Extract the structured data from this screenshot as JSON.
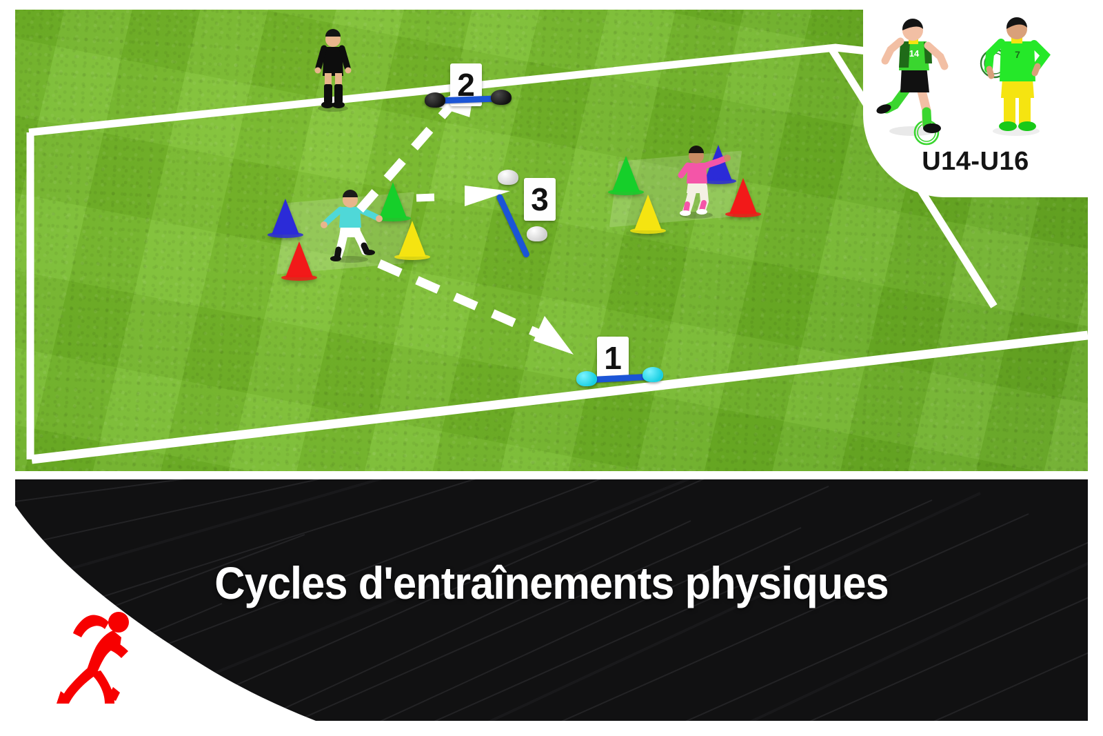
{
  "banner": {
    "title": "Cycles d'entraînements physiques",
    "background_color": "#111112",
    "text_color": "#ffffff",
    "runner_icon": "running-man-icon",
    "runner_color": "#f70000"
  },
  "badge": {
    "label": "U14-U16",
    "background_color": "#ffffff",
    "text_color": "#141414",
    "players": [
      {
        "name": "badge-player-dribbling",
        "jersey_number": "14",
        "jersey_color": "#3ad62f",
        "shorts_color": "#111111",
        "socks_color": "#3ad62f"
      },
      {
        "name": "badge-player-standing",
        "jersey_number": "7",
        "jersey_color": "#25e829",
        "shorts_color": "#f7ec17",
        "socks_color": "#f7ec17"
      }
    ]
  },
  "field": {
    "grass_color": "#6eb325",
    "sky_color": "#b5b0ef",
    "line_color": "#ffffff",
    "markers": [
      {
        "id": "marker-1",
        "label": "1",
        "base_color": "#19cfe2",
        "bar_color": "#1b55d6",
        "orientation": "horizontal"
      },
      {
        "id": "marker-2",
        "label": "2",
        "base_color": "#121212",
        "bar_color": "#1b55d6",
        "orientation": "horizontal"
      },
      {
        "id": "marker-3",
        "label": "3",
        "base_color": "#e6e6e6",
        "bar_color": "#1b55d6",
        "orientation": "diagonal"
      }
    ],
    "zones": [
      {
        "id": "zone-left",
        "player": {
          "name": "player-left",
          "jersey_color": "#4fd8d8",
          "shorts_color": "#ffffff",
          "socks_color": "#1a1a1a"
        },
        "cones": [
          {
            "position": "left",
            "color": "#2b2bd8",
            "color_name": "blue"
          },
          {
            "position": "top-right",
            "color": "#16cf2a",
            "color_name": "green"
          },
          {
            "position": "right",
            "color": "#f5e411",
            "color_name": "yellow"
          },
          {
            "position": "bottom-left",
            "color": "#f21919",
            "color_name": "red"
          }
        ]
      },
      {
        "id": "zone-right",
        "player": {
          "name": "player-right",
          "jersey_color": "#f455a8",
          "shorts_color": "#f4f0e4",
          "socks_color": "#f455a8"
        },
        "cones": [
          {
            "position": "left",
            "color": "#16cf2a",
            "color_name": "green"
          },
          {
            "position": "top-right",
            "color": "#2b2bd8",
            "color_name": "blue"
          },
          {
            "position": "right",
            "color": "#f21919",
            "color_name": "red"
          },
          {
            "position": "bottom",
            "color": "#f5e411",
            "color_name": "yellow"
          }
        ]
      }
    ],
    "coach": {
      "name": "coach-figure",
      "outfit_color": "#111111"
    },
    "arrows": [
      {
        "id": "arrow-to-marker-2",
        "style": "dashed",
        "target": "2",
        "color": "#ffffff"
      },
      {
        "id": "arrow-to-marker-3",
        "style": "dashed",
        "target": "3",
        "color": "#ffffff"
      },
      {
        "id": "arrow-to-marker-1",
        "style": "dashed",
        "target": "1",
        "color": "#ffffff"
      }
    ]
  }
}
